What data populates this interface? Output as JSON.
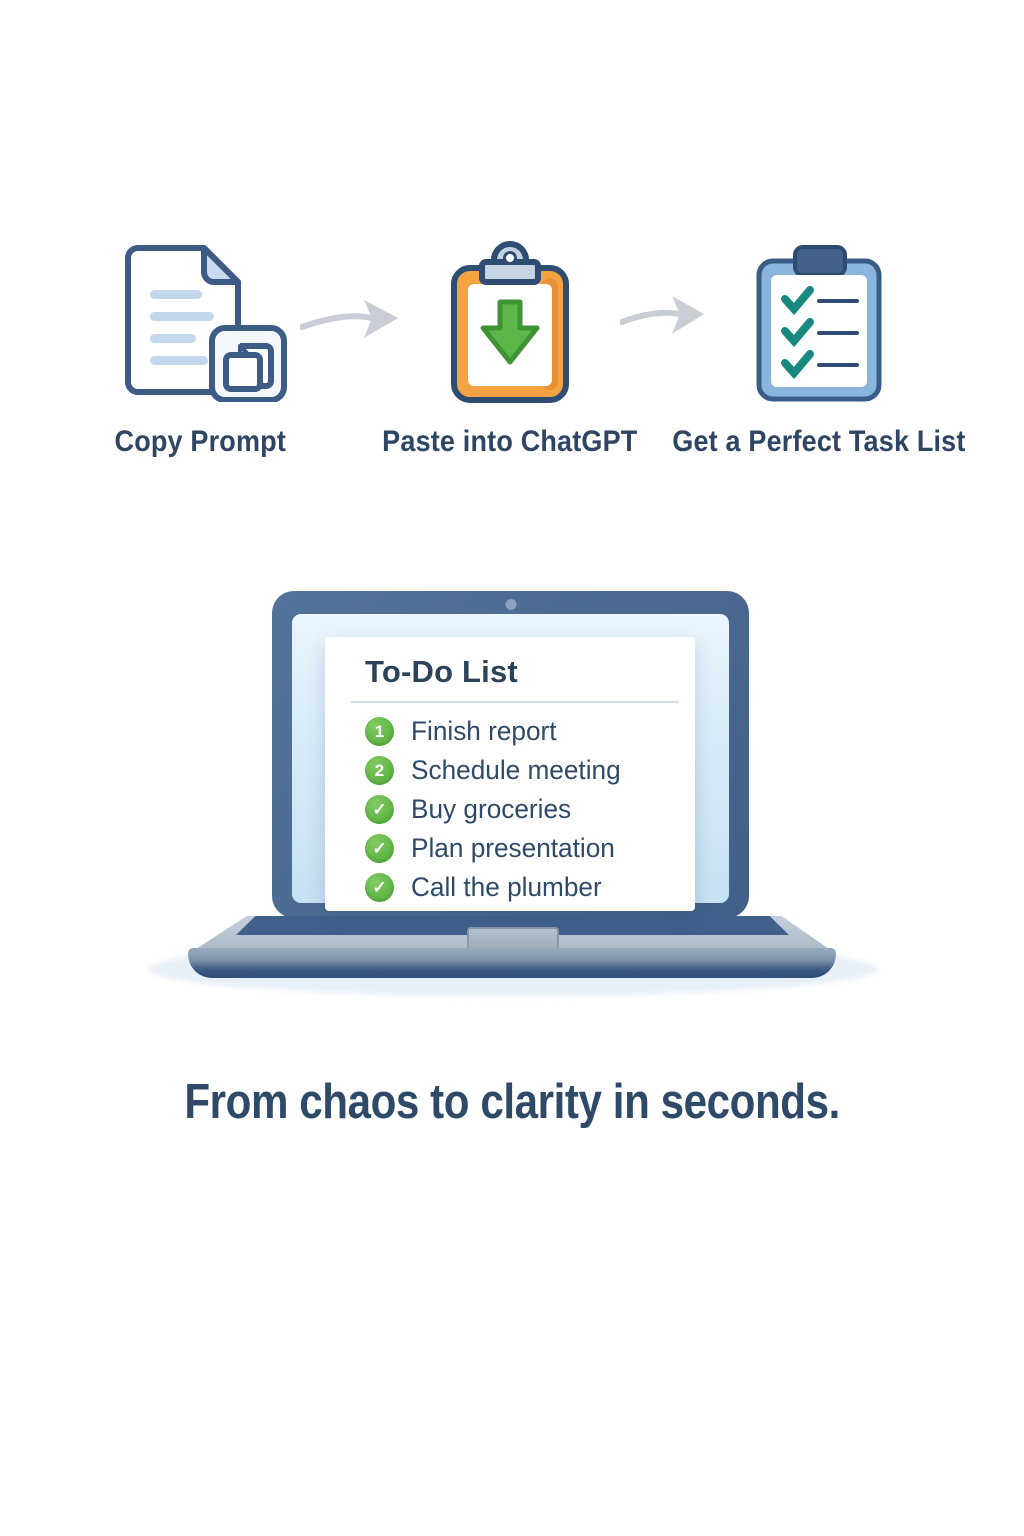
{
  "steps": {
    "items": [
      {
        "icon": "document-copy-icon",
        "label": "Copy Prompt"
      },
      {
        "icon": "clipboard-paste-icon",
        "label": "Paste into ChatGPT"
      },
      {
        "icon": "checklist-clipboard-icon",
        "label": "Get a Perfect Task List"
      }
    ],
    "arrow_icon": "right-arrow-icon"
  },
  "laptop": {
    "todo": {
      "title": "To-Do List",
      "items": [
        {
          "bullet": "1",
          "type": "number",
          "text": "Finish report"
        },
        {
          "bullet": "2",
          "type": "number",
          "text": "Schedule meeting"
        },
        {
          "bullet": "✓",
          "type": "check",
          "text": "Buy groceries"
        },
        {
          "bullet": "✓",
          "type": "check",
          "text": "Plan presentation"
        },
        {
          "bullet": "✓",
          "type": "check",
          "text": "Call the plumber"
        }
      ]
    }
  },
  "tagline": "From chaos to clarity in seconds.",
  "colors": {
    "navy_text": "#2e4563",
    "icon_stroke": "#3c5c85",
    "light_blue_fill": "#c7daef",
    "arrow_gray": "#c9cdd6",
    "clipboard_orange": "#f5a243",
    "paste_arrow_green": "#5cb748",
    "checklist_blue": "#8ab5dc",
    "check_teal": "#17897f",
    "bullet_green": "#64b948",
    "laptop_bezel": "#4a6890",
    "screen_blue": "#d7ebf8",
    "deck_gray": "#b9c5d3",
    "keyboard_navy": "#41608c",
    "shadow_blue": "#e7eff7"
  }
}
